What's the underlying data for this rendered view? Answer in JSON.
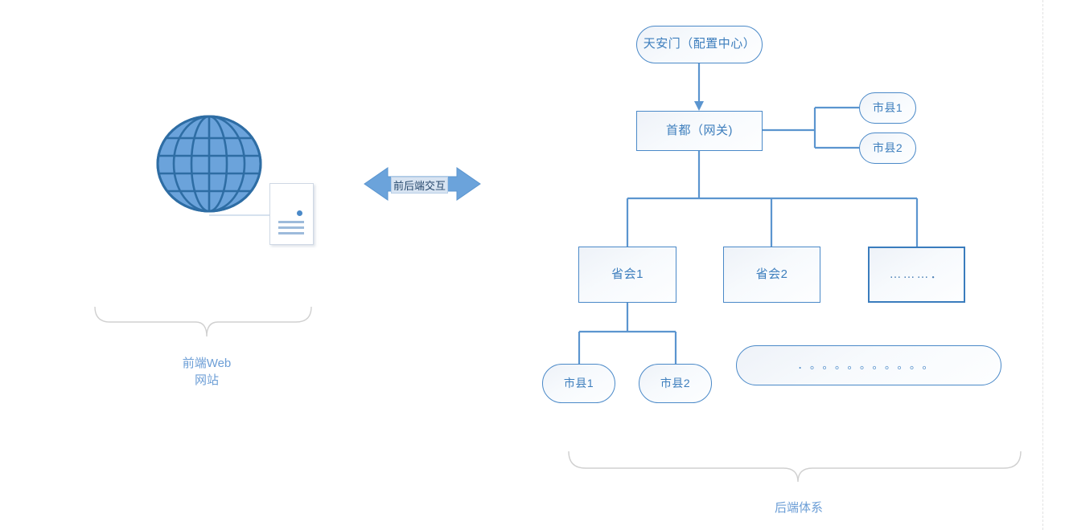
{
  "diagram": {
    "title_hidden": "",
    "colors": {
      "node_border": "#4a89c8",
      "node_text": "#3d7ebd",
      "connector": "#5b95cf",
      "arrow_fill": "#6ba3db",
      "brace_stroke": "#d0d0d0",
      "caption_text": "#6c9ed6",
      "globe_fill": "#6ba3db",
      "globe_grid": "#2e6da4",
      "selection_fill": "#d8e4f2"
    },
    "frontend": {
      "globe_icon": "globe-icon",
      "document_icon": "document-icon",
      "caption": "前端Web\n网站"
    },
    "interaction": {
      "arrow_icon": "double-headed-arrow-icon",
      "label": "前后端交互"
    },
    "backend": {
      "caption": "后端体系",
      "nodes": [
        {
          "id": "config-center",
          "label": "天安门（配置中心）",
          "shape": "pill",
          "selected": false
        },
        {
          "id": "gateway",
          "label": "首都（网关)",
          "shape": "rect",
          "selected": false
        },
        {
          "id": "city-top-1",
          "label": "市县1",
          "shape": "pill",
          "selected": false
        },
        {
          "id": "city-top-2",
          "label": "市县2",
          "shape": "pill",
          "selected": false
        },
        {
          "id": "province-1",
          "label": "省会1",
          "shape": "rect",
          "selected": false
        },
        {
          "id": "province-2",
          "label": "省会2",
          "shape": "rect",
          "selected": false
        },
        {
          "id": "province-more",
          "label": "………．",
          "shape": "rect",
          "selected": true
        },
        {
          "id": "city-bot-1",
          "label": "市县1",
          "shape": "pill",
          "selected": false
        },
        {
          "id": "city-bot-2",
          "label": "市县2",
          "shape": "pill",
          "selected": false
        },
        {
          "id": "city-more",
          "label": "．。。。。。。。。。。",
          "shape": "pill",
          "selected": false
        }
      ]
    }
  }
}
